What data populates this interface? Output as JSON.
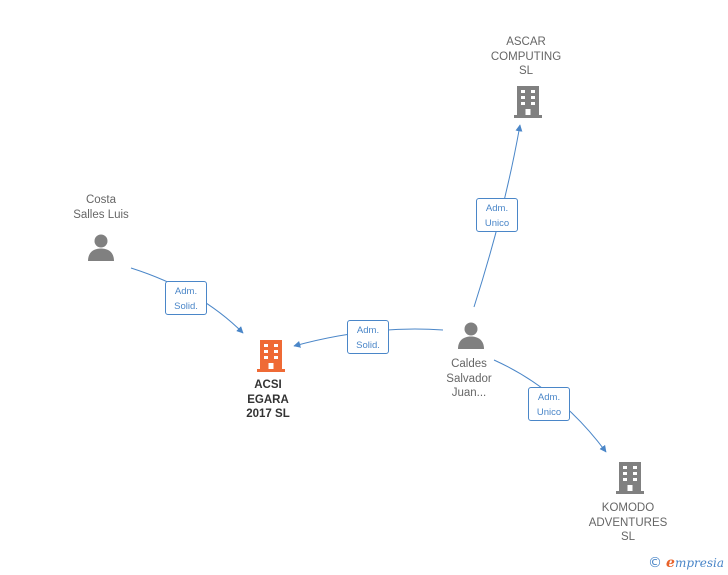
{
  "nodes": {
    "acsi": {
      "label": "ACSI\nEGARA\n2017  SL",
      "type": "company",
      "color": "#ef6a35"
    },
    "ascar": {
      "label": "ASCAR\nCOMPUTING\nSL",
      "type": "company",
      "color": "#808080"
    },
    "komodo": {
      "label": "KOMODO\nADVENTURES\nSL",
      "type": "company",
      "color": "#808080"
    },
    "costa": {
      "label": "Costa\nSalles Luis",
      "type": "person",
      "color": "#808080"
    },
    "caldes": {
      "label": "Caldes\nSalvador\nJuan...",
      "type": "person",
      "color": "#808080"
    }
  },
  "edges": [
    {
      "from": "costa",
      "to": "acsi",
      "label": "Adm.\nSolid."
    },
    {
      "from": "caldes",
      "to": "acsi",
      "label": "Adm.\nSolid."
    },
    {
      "from": "caldes",
      "to": "ascar",
      "label": "Adm.\nUnico"
    },
    {
      "from": "caldes",
      "to": "komodo",
      "label": "Adm.\nUnico"
    }
  ],
  "colors": {
    "edge": "#4a86c8",
    "main_company": "#ef6a35",
    "node": "#808080"
  },
  "footer": {
    "copyright_symbol": "©",
    "brand_initial": "e",
    "brand_rest": "mpresia"
  }
}
